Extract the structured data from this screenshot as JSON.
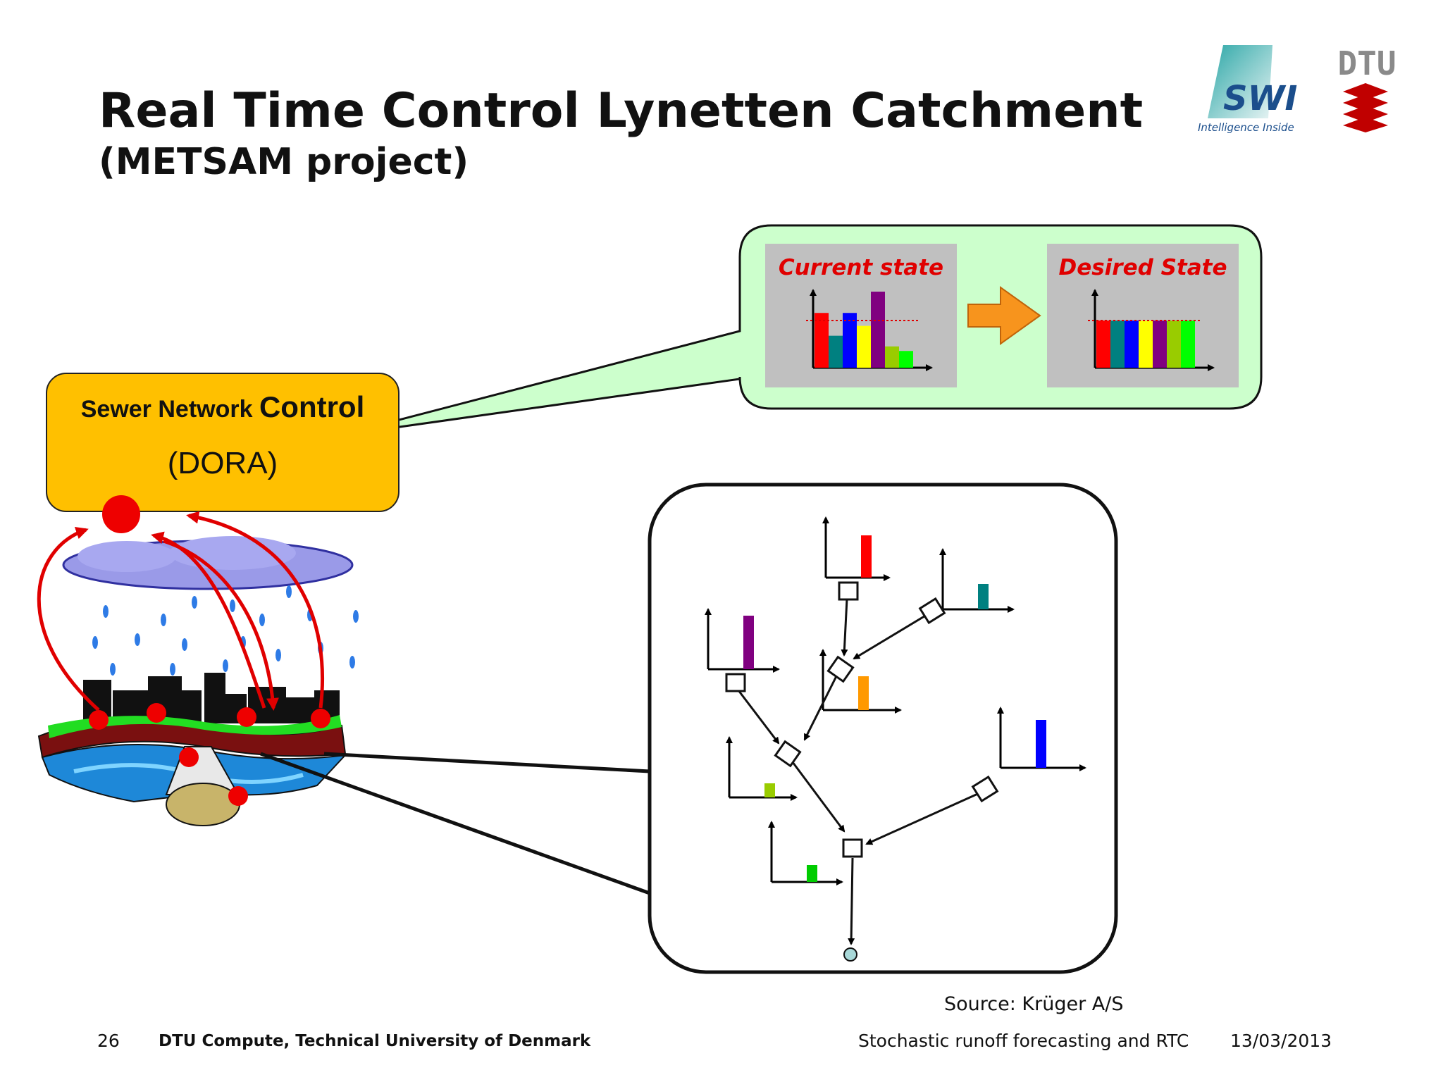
{
  "slide": {
    "title": "Real Time Control Lynetten Catchment",
    "subtitle": "(METSAM project)"
  },
  "logos": {
    "swi_text": "SWI",
    "swi_tagline": "Intelligence Inside",
    "dtu_text": "DTU"
  },
  "control_box": {
    "label_small": "Sewer Network ",
    "label_large": "Control",
    "sublabel": "(DORA)",
    "fill": "#FFC000"
  },
  "callout": {
    "fill": "#CCFFCC",
    "current_state": {
      "label": "Current state",
      "bar_colors": [
        "#FF0000",
        "#008080",
        "#0000FF",
        "#FFFF00",
        "#800080",
        "#99CC00",
        "#00FF00"
      ],
      "bar_values": [
        0.72,
        0.42,
        0.72,
        0.55,
        1.0,
        0.28,
        0.22
      ],
      "target_level": 0.62
    },
    "desired_state": {
      "label": "Desired State",
      "bar_colors": [
        "#FF0000",
        "#008080",
        "#0000FF",
        "#FFFF00",
        "#800080",
        "#99CC00",
        "#00FF00"
      ],
      "bar_values": [
        0.62,
        0.62,
        0.62,
        0.62,
        0.62,
        0.62,
        0.62
      ],
      "target_level": 0.62
    },
    "label_color": "#E00000",
    "arrow_color": "#F7941D"
  },
  "network": {
    "gauges": [
      {
        "color": "#FF0000",
        "level": 0.75
      },
      {
        "color": "#008080",
        "level": 0.45
      },
      {
        "color": "#800080",
        "level": 0.95
      },
      {
        "color": "#FF9900",
        "level": 0.6
      },
      {
        "color": "#0000FF",
        "level": 0.85
      },
      {
        "color": "#99CC00",
        "level": 0.25
      },
      {
        "color": "#00CC00",
        "level": 0.3
      }
    ]
  },
  "source": "Source: Krüger A/S",
  "footer": {
    "page_number": "26",
    "institution": "DTU Compute, Technical University of Denmark",
    "talk_title": "Stochastic runoff forecasting and RTC",
    "date": "13/03/2013"
  }
}
